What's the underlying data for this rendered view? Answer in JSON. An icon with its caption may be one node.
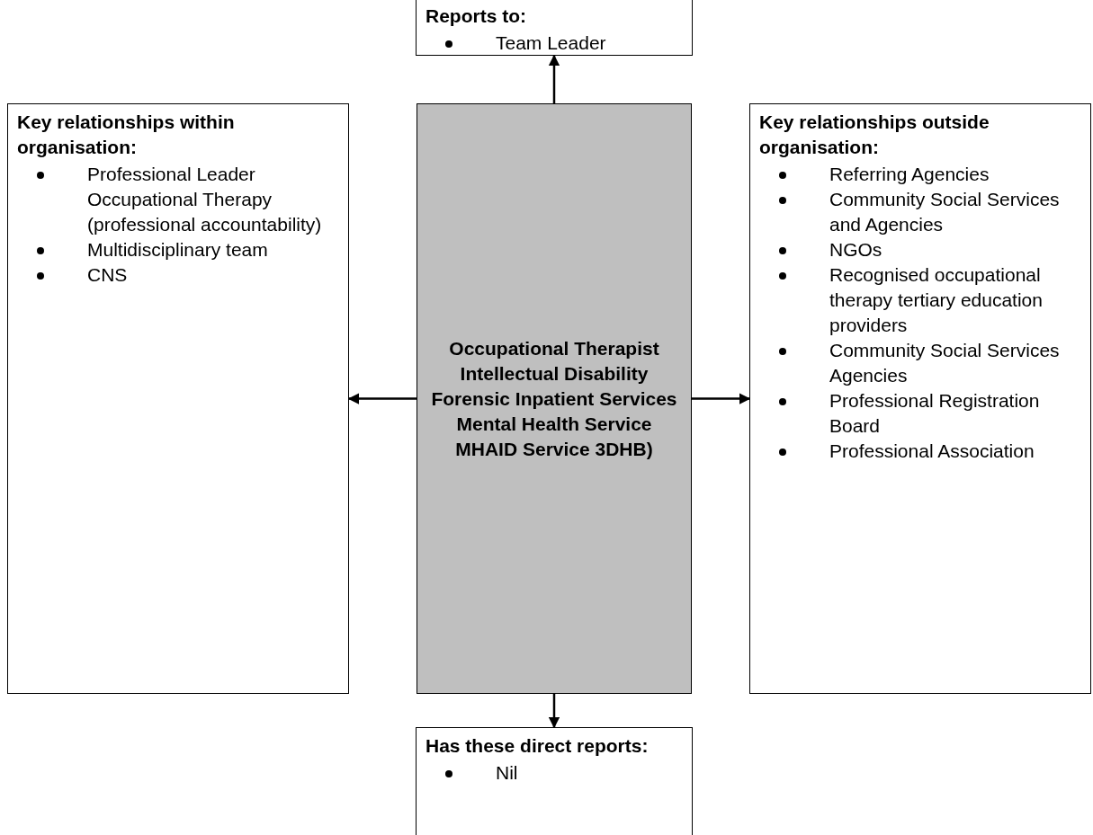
{
  "diagram": {
    "nodes": [
      {
        "text": [
          "Reports to:",
          "Team Leader"
        ]
      },
      {
        "text": [
          "Key relationships within organisation:",
          "Professional Leader Occupational Therapy (professional accountability)",
          "Multidisciplinary team",
          "CNS"
        ]
      },
      {
        "text": [
          "Occupational Therapist",
          "Intellectual Disability",
          "Forensic Inpatient Services",
          "Mental Health Service",
          "MHAID Service 3DHB)"
        ]
      },
      {
        "text": [
          "Key relationships outside organisation:",
          "Referring Agencies",
          "Community Social Services and Agencies",
          "NGOs",
          "Recognised occupational therapy tertiary education providers",
          "Community Social Services Agencies",
          "Professional Registration Board",
          "Professional Association"
        ]
      },
      {
        "text": [
          "Has these direct reports:",
          "Nil"
        ]
      }
    ],
    "edges": [
      {
        "from": 2,
        "to": 0,
        "arrow": "to"
      },
      {
        "from": 2,
        "to": 1,
        "arrow": "to"
      },
      {
        "from": 2,
        "to": 3,
        "arrow": "to"
      },
      {
        "from": 2,
        "to": 4,
        "arrow": "to"
      }
    ]
  }
}
